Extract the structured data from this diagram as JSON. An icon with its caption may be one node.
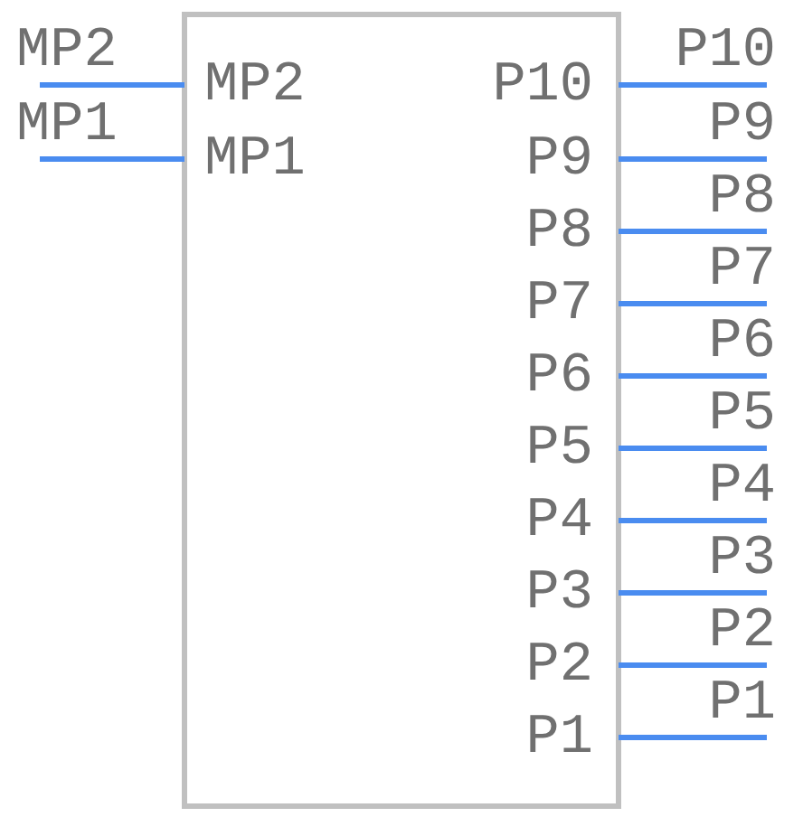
{
  "diagram": {
    "labels": [
      "MP2",
      "MP2",
      "P10",
      "P10",
      "MP1",
      "MP1",
      "P9",
      "P9",
      "P8",
      "P8",
      "P7",
      "P7",
      "P6",
      "P6",
      "P5",
      "P5",
      "P4",
      "P4",
      "P3",
      "P3",
      "P2",
      "P2",
      "P1",
      "P1"
    ]
  }
}
